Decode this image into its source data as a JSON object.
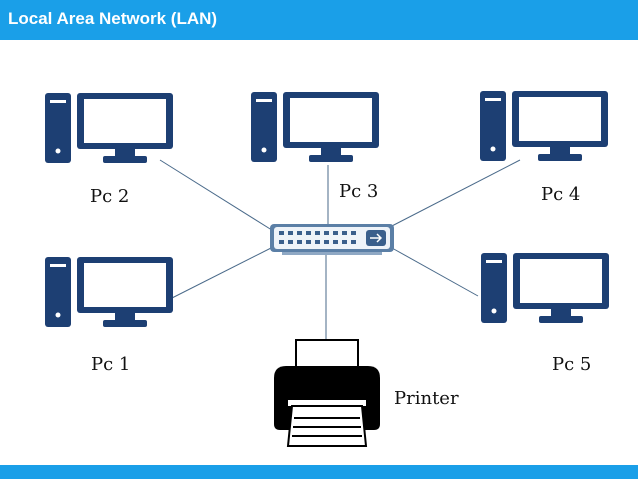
{
  "header": {
    "title": "Local Area Network (LAN)"
  },
  "diagram": {
    "nodes": {
      "pc1": {
        "label": "Pc 1",
        "icon": "desktop-computer-icon"
      },
      "pc2": {
        "label": "Pc 2",
        "icon": "desktop-computer-icon"
      },
      "pc3": {
        "label": "Pc 3",
        "icon": "desktop-computer-icon"
      },
      "pc4": {
        "label": "Pc 4",
        "icon": "desktop-computer-icon"
      },
      "pc5": {
        "label": "Pc 5",
        "icon": "desktop-computer-icon"
      },
      "switch": {
        "icon": "network-switch-icon"
      },
      "printer": {
        "label": "Printer",
        "icon": "printer-icon"
      }
    },
    "edges": [
      [
        "pc1",
        "switch"
      ],
      [
        "pc2",
        "switch"
      ],
      [
        "pc3",
        "switch"
      ],
      [
        "pc4",
        "switch"
      ],
      [
        "pc5",
        "switch"
      ],
      [
        "printer",
        "switch"
      ]
    ]
  },
  "colors": {
    "accent": "#1a9fe8",
    "device": "#1d3f73",
    "link": "#4a6a8a"
  }
}
